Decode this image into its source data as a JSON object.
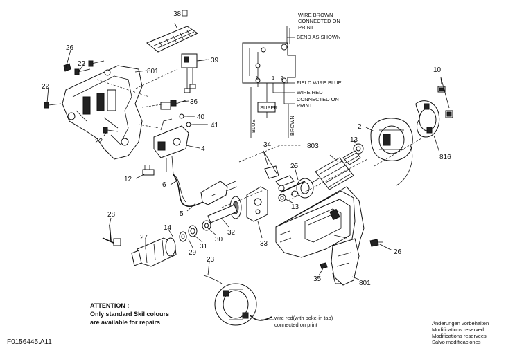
{
  "parts": {
    "p38": "38",
    "p39": "39",
    "p26a": "26",
    "p22a": "22",
    "p22b": "22",
    "p22c": "22",
    "p801a": "801",
    "p36": "36",
    "p40": "40",
    "p41": "41",
    "p4": "4",
    "p12": "12",
    "p6": "6",
    "p5": "5",
    "p10": "10",
    "p2": "2",
    "p13a": "13",
    "p816": "816",
    "p34": "34",
    "p803": "803",
    "p25": "25",
    "p13b": "13",
    "p28": "28",
    "p14": "14",
    "p27": "27",
    "p29": "29",
    "p31": "31",
    "p30": "30",
    "p32": "32",
    "p33": "33",
    "p26b": "26",
    "p23": "23",
    "p35": "35",
    "p801b": "801"
  },
  "wiring": {
    "wire_brown_line1": "WIRE BROWN",
    "wire_brown_line2": "CONNECTED ON",
    "wire_brown_line3": "PRINT",
    "bend": "BEND AS SHOWN",
    "field_wire_blue": "FIELD WIRE BLUE",
    "wire_red": "WIRE RED",
    "connected_on_line1": "CONNECTED ON",
    "connected_on_line2": "PRINT",
    "suppr": "SUPPR",
    "blue": "BLUE",
    "brown": "BROWN",
    "terminal_3": "3",
    "terminal_1": "1",
    "terminal_2": "2"
  },
  "notes": {
    "attention_title": "ATTENTION :",
    "attention_line1": "Only standard Skil colours",
    "attention_line2": "are available for repairs",
    "wire_red_poke_line1": "wire red(with poke-in tab)",
    "wire_red_poke_line2": "connected on print",
    "mod_de": "Änderungen vorbehalten",
    "mod_en": "Modifications reserved",
    "mod_fr": "Modifications reservees",
    "mod_es": "Salvo modificaciones",
    "drawing_id": "F0156445.A11"
  }
}
